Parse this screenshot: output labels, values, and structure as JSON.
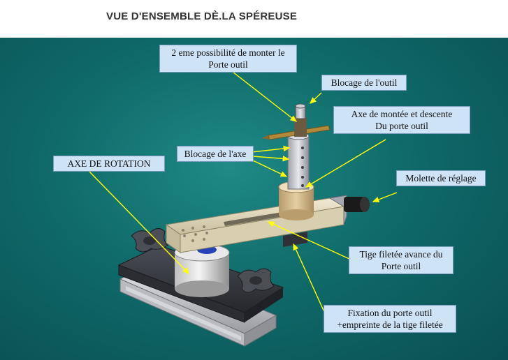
{
  "title": "VUE D'ENSEMBLE DÈ.LA SPÉREUSE",
  "labels": {
    "deuxieme_possibilite": {
      "line1": "2 eme possibilité de monter le",
      "line2": "Porte outil"
    },
    "blocage_outil": {
      "line1": "Blocage de l'outil"
    },
    "axe_montee": {
      "line1": "Axe de montée et descente",
      "line2": "Du porte outil"
    },
    "blocage_axe": {
      "line1": "Blocage de l'axe"
    },
    "axe_rotation": {
      "line1": "AXE DE ROTATION"
    },
    "molette": {
      "line1": "Molette de réglage"
    },
    "tige_filetee": {
      "line1": "Tige filetée avance du",
      "line2": "Porte outil"
    },
    "fixation": {
      "line1": "Fixation du porte outil",
      "line2": "+empreinte de la tige filetée"
    }
  },
  "colors": {
    "background": "#0f6a69",
    "label_fill": "#cfe3f7",
    "arrow": "#ffff00"
  }
}
